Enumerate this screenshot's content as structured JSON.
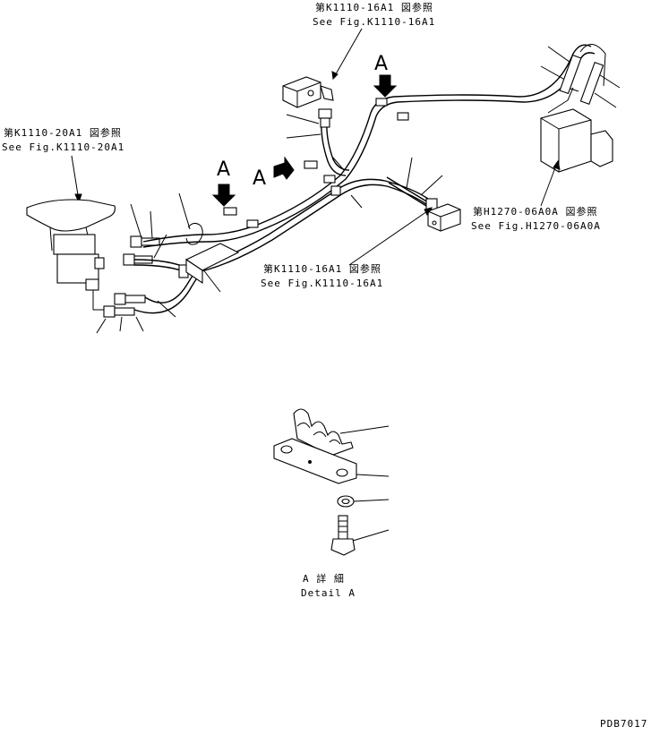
{
  "references": {
    "top_ref_jp": "第K1110-16A1 図参照",
    "top_ref_en": "See Fig.K1110-16A1",
    "left_ref_jp": "第K1110-20A1 図参照",
    "left_ref_en": "See Fig.K1110-20A1",
    "right_ref_jp": "第H1270-06A0A 図参照",
    "right_ref_en": "See Fig.H1270-06A0A",
    "middle_ref_jp": "第K1110-16A1 図参照",
    "middle_ref_en": "See Fig.K1110-16A1"
  },
  "view_markers": {
    "marker_1": "A",
    "marker_2": "A",
    "marker_3": "A"
  },
  "detail": {
    "title_jp": "A 詳 細",
    "title_en": "Detail A"
  },
  "drawing_code": "PDB7017"
}
